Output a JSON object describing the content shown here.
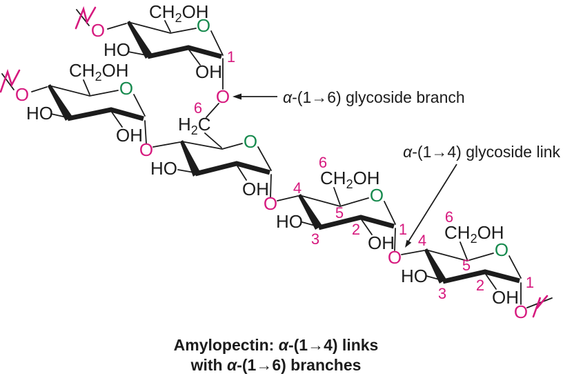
{
  "colors": {
    "link_oxygen_and_numbers": "#d6197e",
    "ring_oxygen": "#178a4e",
    "ink": "#1c1c1c",
    "background": "#ffffff"
  },
  "atoms": {
    "oxygen": "O",
    "hydroxyl_left": "HO",
    "hydroxyl_right": "OH",
    "ch2oh_pre": "CH",
    "ch2oh_sub": "2",
    "ch2oh_post": "OH",
    "h2c_pre": "H",
    "h2c_sub": "2",
    "h2c_post": "C"
  },
  "numbers": {
    "c1": "1",
    "c2": "2",
    "c3": "3",
    "c4": "4",
    "c5": "5",
    "c6": "6"
  },
  "annotations": {
    "branch": {
      "alpha": "α",
      "text": "-(1→6) glycoside branch"
    },
    "link": {
      "alpha": "α",
      "text": "-(1→4) glycoside link"
    }
  },
  "caption": {
    "line1_pre": "Amylopectin: ",
    "line1_alpha": "α",
    "line1_post": "-(1→4) links",
    "line2_pre": "with ",
    "line2_alpha": "α",
    "line2_post": "-(1→6) branches"
  }
}
